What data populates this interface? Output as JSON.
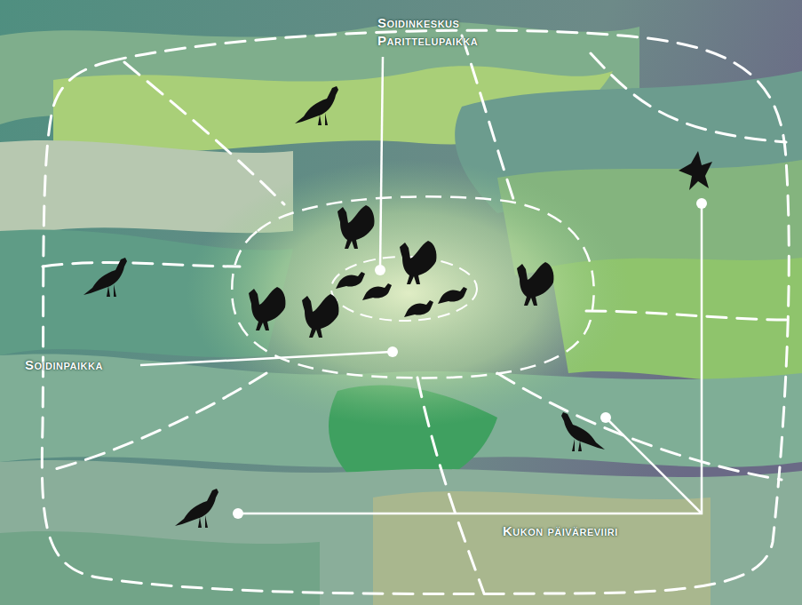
{
  "diagram": {
    "labels": [
      "Soidinkeskus Parittelupaikka",
      "Soidinpaikka",
      "Kukon päiväreviiri"
    ]
  }
}
